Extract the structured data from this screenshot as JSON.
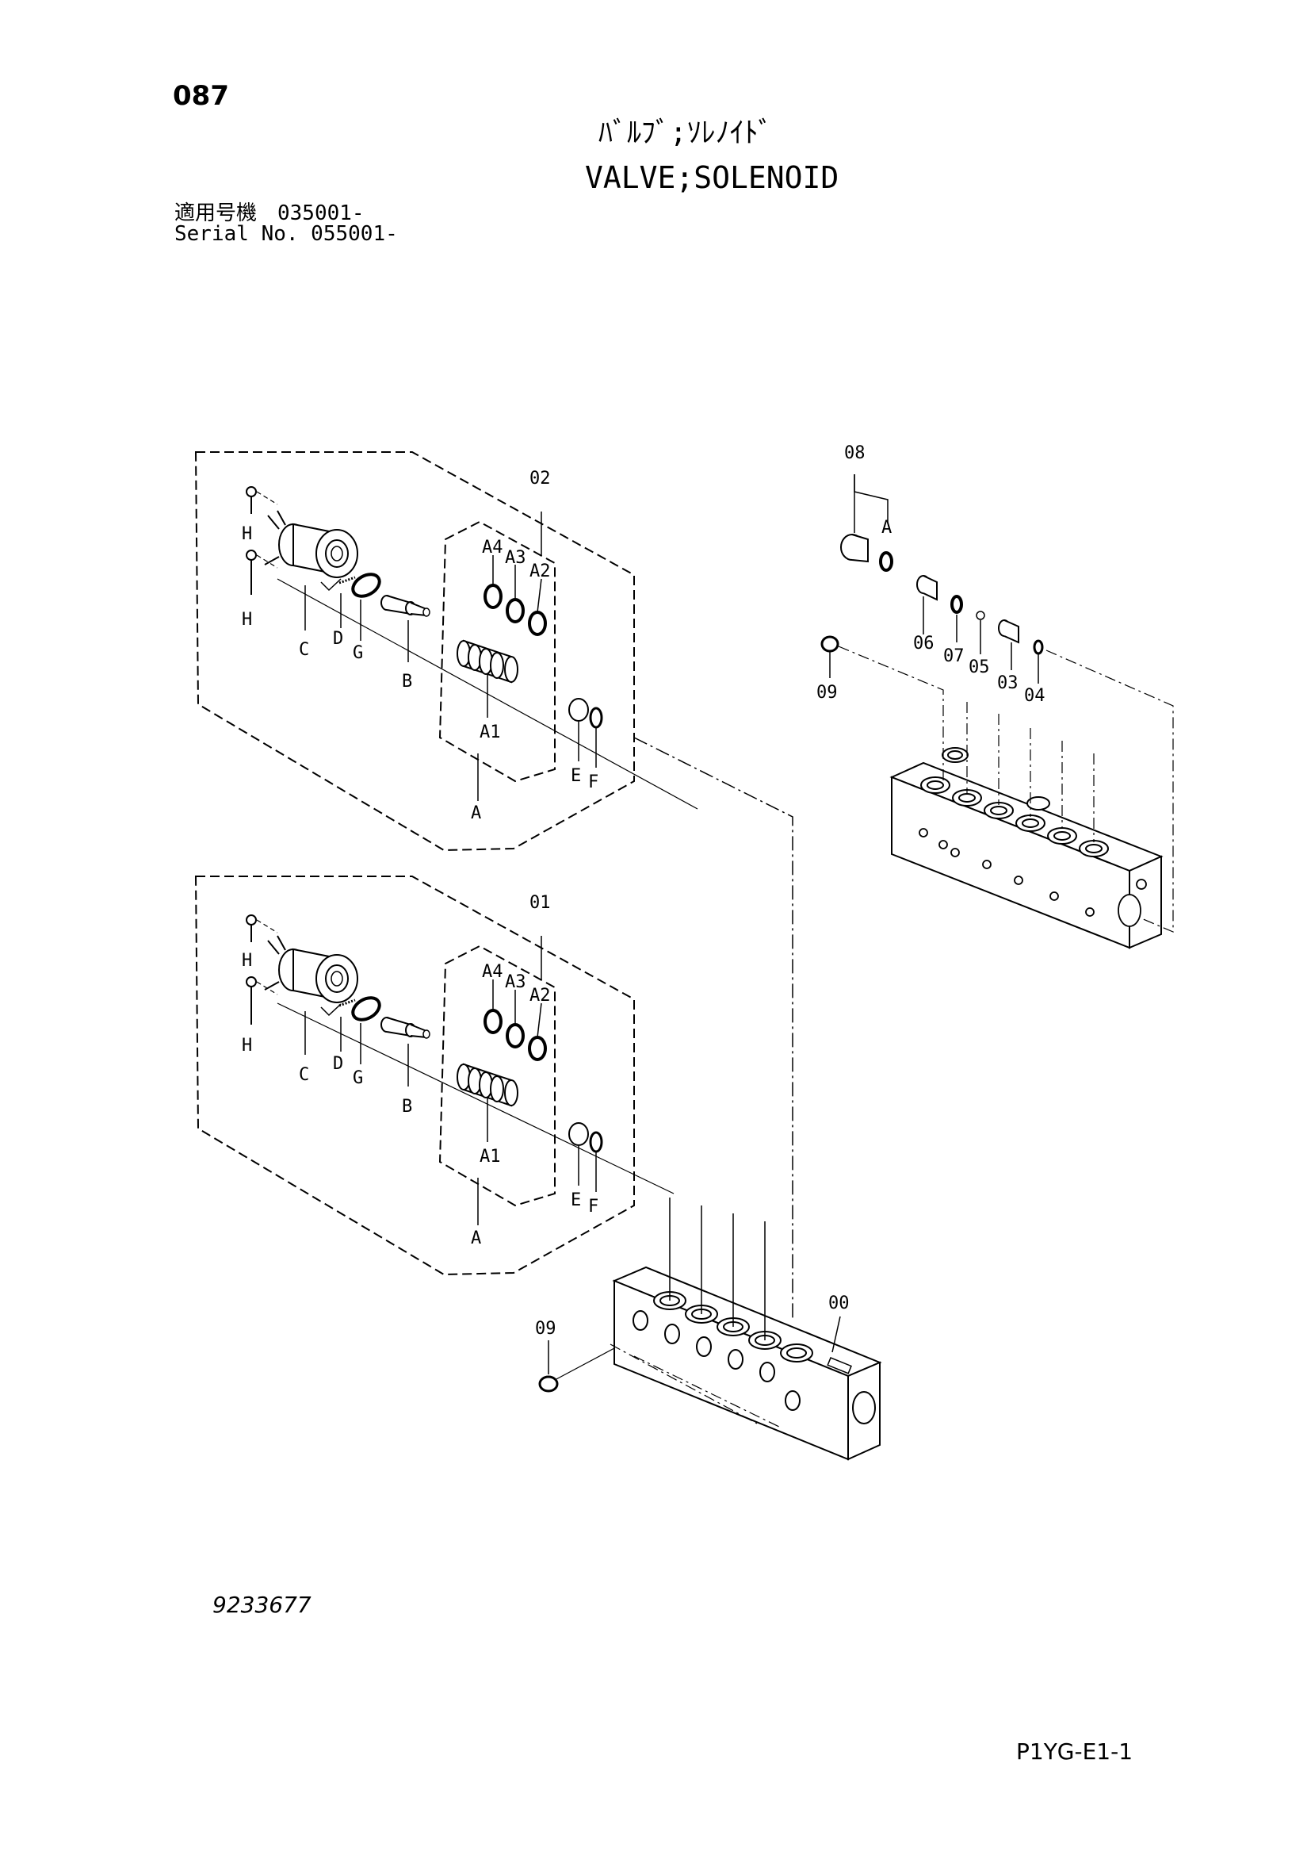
{
  "header": {
    "page_number": "087",
    "title_jp": "ﾊﾞﾙﾌﾞ;ｿﾚﾉｲﾄﾞ",
    "title_en": "VALVE;SOLENOID",
    "serial_line_1": "適用号機　035001-",
    "serial_line_2": "Serial No. 055001-"
  },
  "footer": {
    "doc_code": "9233677",
    "page_code": "P1YG-E1-1"
  },
  "callouts": {
    "upper_assembly": {
      "group": "02",
      "cartridge": "A",
      "spool": "A1",
      "rings": [
        "A2",
        "A3",
        "A4"
      ],
      "labels": [
        "H",
        "H",
        "C",
        "D",
        "G",
        "B",
        "E",
        "F"
      ]
    },
    "lower_assembly": {
      "group": "01",
      "cartridge": "A",
      "spool": "A1",
      "rings": [
        "A2",
        "A3",
        "A4"
      ],
      "labels": [
        "H",
        "H",
        "C",
        "D",
        "G",
        "B",
        "E",
        "F"
      ]
    },
    "right_block": {
      "labels": [
        "08",
        "A",
        "06",
        "07",
        "05",
        "03",
        "04",
        "09"
      ]
    },
    "main_block": {
      "labels": [
        "00",
        "09"
      ]
    }
  }
}
